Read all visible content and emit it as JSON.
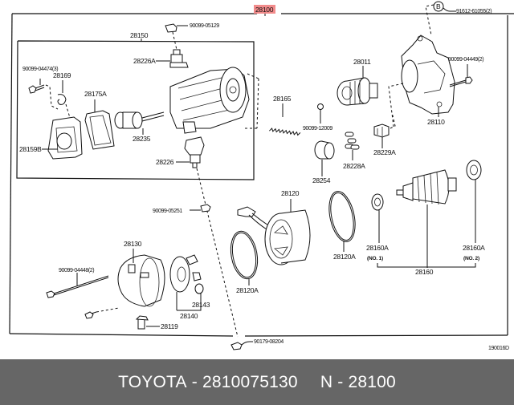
{
  "diagram": {
    "assembly_label": "28100",
    "assembly_highlight_color": "#f28b8b",
    "subassembly_label": "28150",
    "drawing_number": "190016D",
    "labels": {
      "p90099_05129": "90099-05129",
      "p28226A": "28226A",
      "p90099_04474": "90099-04474(3)",
      "p28169": "28169",
      "p28175A": "28175A",
      "p28159B": "28159B",
      "p28235": "28235",
      "p28226": "28226",
      "p90099_05251": "90099-05251",
      "p28165": "28165",
      "p90099_12009": "90099-12009",
      "p28011": "28011",
      "p28254": "28254",
      "p28228A": "28228A",
      "p28229A": "28229A",
      "circle_B": "B",
      "p91612_61055": "91612-61055(2)",
      "p90099_04449": "90099-04449(2)",
      "p28110": "28110",
      "p28120": "28120",
      "p28120A_left": "28120A",
      "p28120A_right": "28120A",
      "p28160A_no1": "28160A",
      "no1": "(NO. 1)",
      "p28160A_no2": "28160A",
      "no2": "(NO. 2)",
      "p28160": "28160",
      "p28130": "28130",
      "p90099_04448": "90099-04448(2)",
      "p28140": "28140",
      "p28143": "28143",
      "p28119": "28119",
      "p90179_08204": "90179-08204"
    }
  },
  "banner": {
    "brand": "TOYOTA",
    "separator": "-",
    "part_number": "2810075130",
    "name_prefix": "N",
    "name_code": "28100"
  }
}
